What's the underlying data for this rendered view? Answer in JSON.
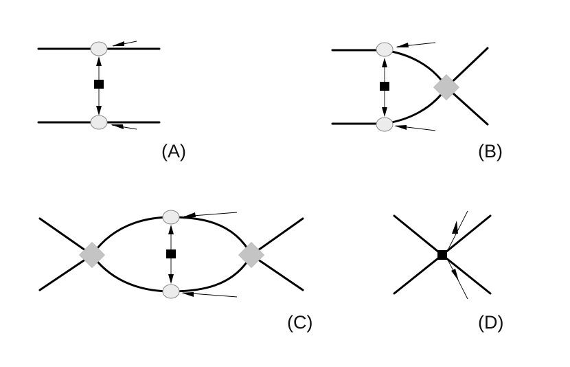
{
  "panels": {
    "A": {
      "label": "(A)"
    },
    "B": {
      "label": "(B)"
    },
    "C": {
      "label": "(C)"
    },
    "D": {
      "label": "(D)"
    }
  },
  "colors": {
    "line": "#000000",
    "vertex_fill": "#ececec",
    "vertex_stroke": "#8a8a8a",
    "diamond_fill": "#c4c4c4",
    "square_fill": "#000000"
  }
}
